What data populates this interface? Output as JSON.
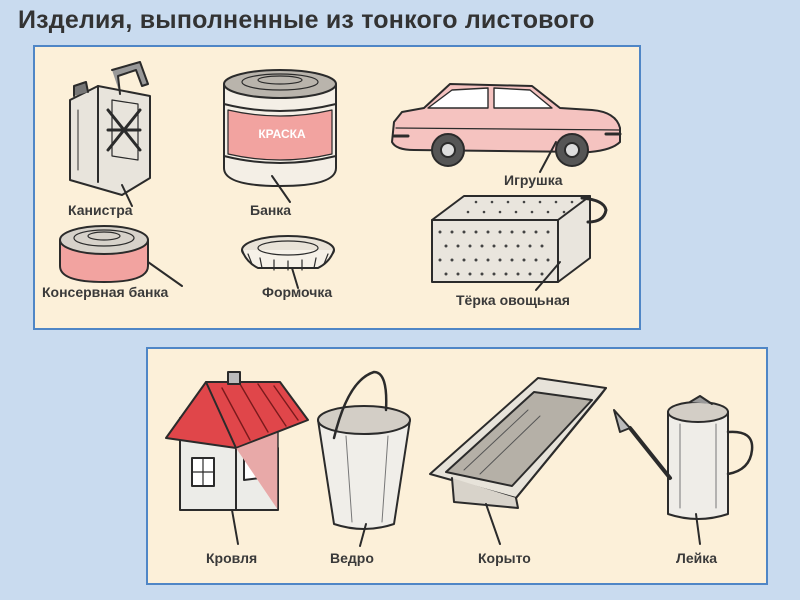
{
  "title": "Изделия, выполненные из тонкого листового",
  "panel_top": {
    "labels": {
      "canister": "Канистра",
      "jar": "Банка",
      "toy": "Игрушка",
      "tin_can": "Консервная банка",
      "mold": "Формочка",
      "grater": "Тёрка овощьная"
    },
    "jar_text": "КРАСКА"
  },
  "panel_bottom": {
    "labels": {
      "roof": "Кровля",
      "bucket": "Ведро",
      "trough": "Корыто",
      "watering_can": "Лейка"
    }
  },
  "colors": {
    "background": "#c9dbef",
    "panel_fill": "#fcf0d9",
    "panel_border": "#4f86c6",
    "accent_red": "#e0464a",
    "accent_pink": "#f2a3a0"
  }
}
